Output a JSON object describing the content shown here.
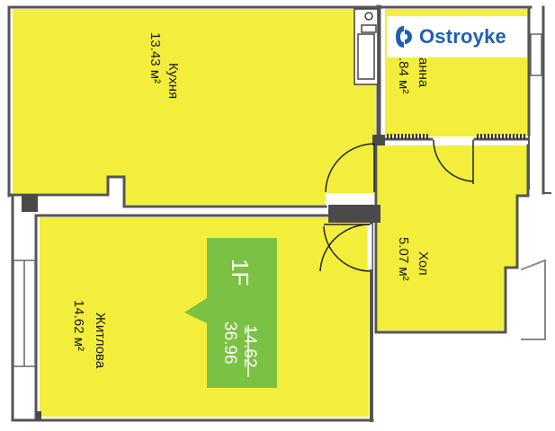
{
  "brand": {
    "name": "Ostroyke",
    "color": "#1e5fb4",
    "icon": "ostroyke-logo-mark"
  },
  "colors": {
    "room_fill": "#f3ee3c",
    "wall": "#555555",
    "badge": "#7bc143"
  },
  "rooms": {
    "kitchen": {
      "name": "Кухня",
      "area": "13.43 м²"
    },
    "bathroom": {
      "name": "анна",
      "area": ".84 м²"
    },
    "hall": {
      "name": "Хол",
      "area": "5.07 м²"
    },
    "living": {
      "name": "Житлова",
      "area": "14.62 м²"
    }
  },
  "badge": {
    "type": "1F",
    "living_area": "14.62",
    "total_area": "36.96"
  }
}
